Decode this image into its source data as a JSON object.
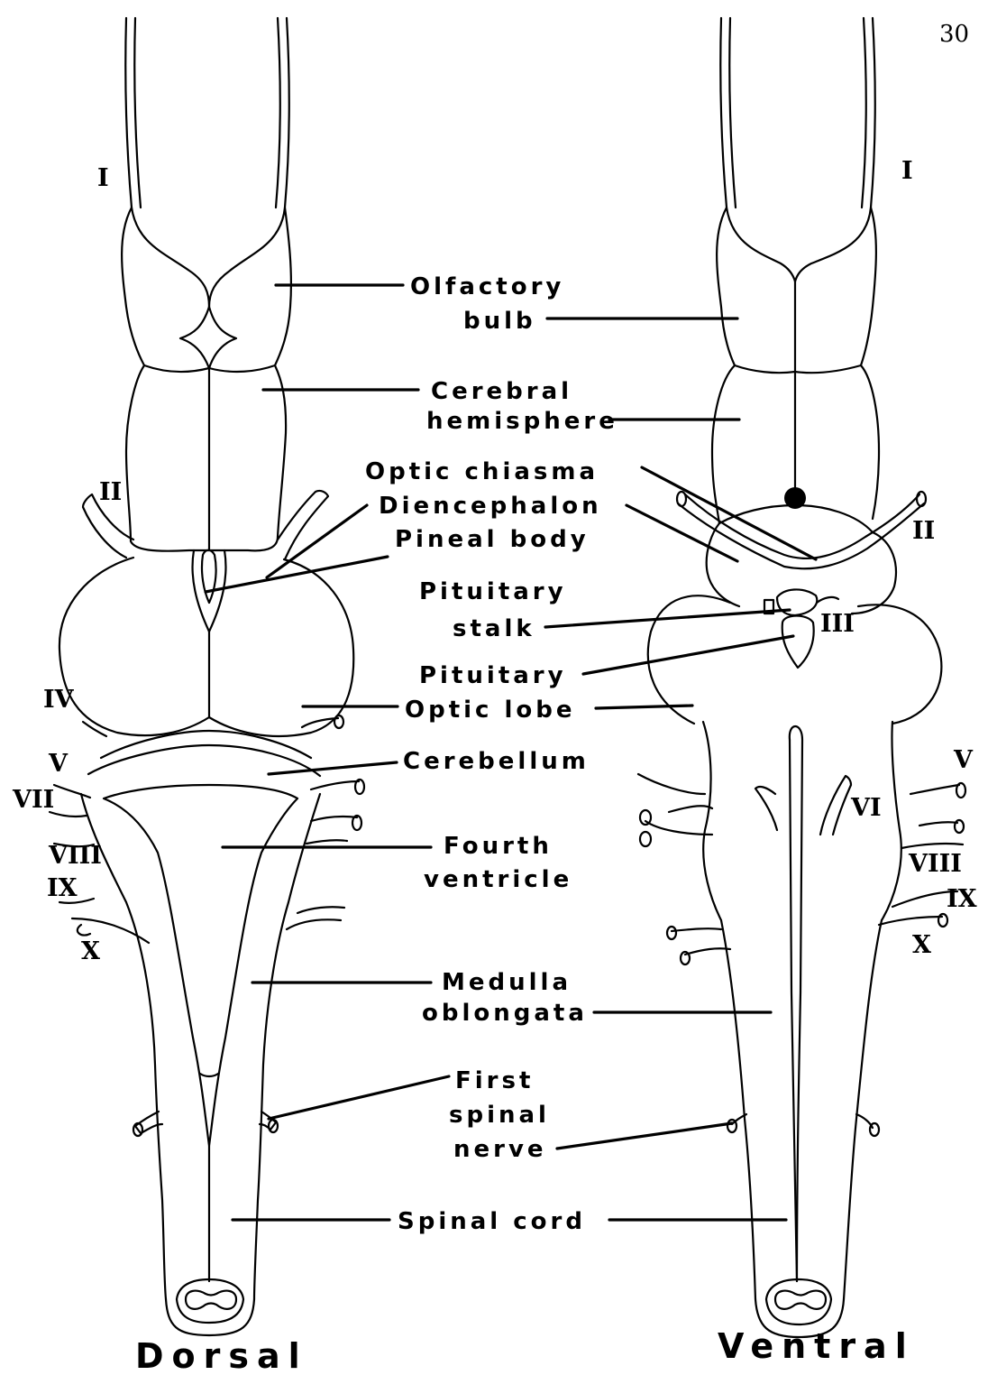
{
  "page_number": "30",
  "views": {
    "dorsal": "Dorsal",
    "ventral": "Ventral"
  },
  "labels": {
    "olfactory_1": "Olfactory",
    "olfactory_2": "bulb",
    "cerebral_1": "Cerebral",
    "cerebral_2": "hemisphere",
    "optic_chiasma": "Optic chiasma",
    "diencephalon": "Diencephalon",
    "pineal_body": "Pineal body",
    "pituitary_stalk_1": "Pituitary",
    "pituitary_stalk_2": "stalk",
    "pituitary": "Pituitary",
    "optic_lobe": "Optic lobe",
    "cerebellum": "Cerebellum",
    "fourth_ventricle_1": "Fourth",
    "fourth_ventricle_2": "ventricle",
    "medulla_1": "Medulla",
    "medulla_2": "oblongata",
    "first_spinal_1": "First",
    "first_spinal_2": "spinal",
    "first_spinal_3": "nerve",
    "spinal_cord": "Spinal cord"
  },
  "nerves": {
    "dorsal": [
      "I",
      "II",
      "IV",
      "V",
      "VII",
      "VIII",
      "IX",
      "X"
    ],
    "ventral": [
      "I",
      "II",
      "III",
      "V",
      "VI",
      "VIII",
      "IX",
      "X"
    ]
  }
}
